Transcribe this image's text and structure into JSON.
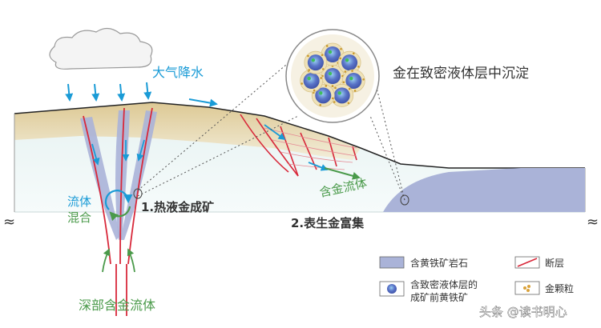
{
  "labels": {
    "rain": "大气降水",
    "precipitation_title": "金在致密液体层中沉淀",
    "fluid_mixing_1": "流体",
    "fluid_mixing_2": "混合",
    "hydrothermal": "1.热液金成矿",
    "supergene": "2.表生金富集",
    "gold_fluid": "含金流体",
    "deep_fluid": "深部含金流体",
    "break_left": "≈",
    "break_right": "≈"
  },
  "legend": {
    "pyrite_rock": "含黄铁矿岩石",
    "fault": "断层",
    "pre_pyrite_1": "含致密液体层的",
    "pre_pyrite_2": "成矿前黄铁矿",
    "gold_grain": "金颗粒"
  },
  "watermark": "头条 @读书明心",
  "colors": {
    "blue_text": "#1a9bd6",
    "green_text": "#4a9a4a",
    "dark_text": "#333333",
    "fault": "#d8283a",
    "pyrite": "#aab3d8",
    "soil": "#e9d8a8",
    "water_bg": "#eef6f6"
  }
}
